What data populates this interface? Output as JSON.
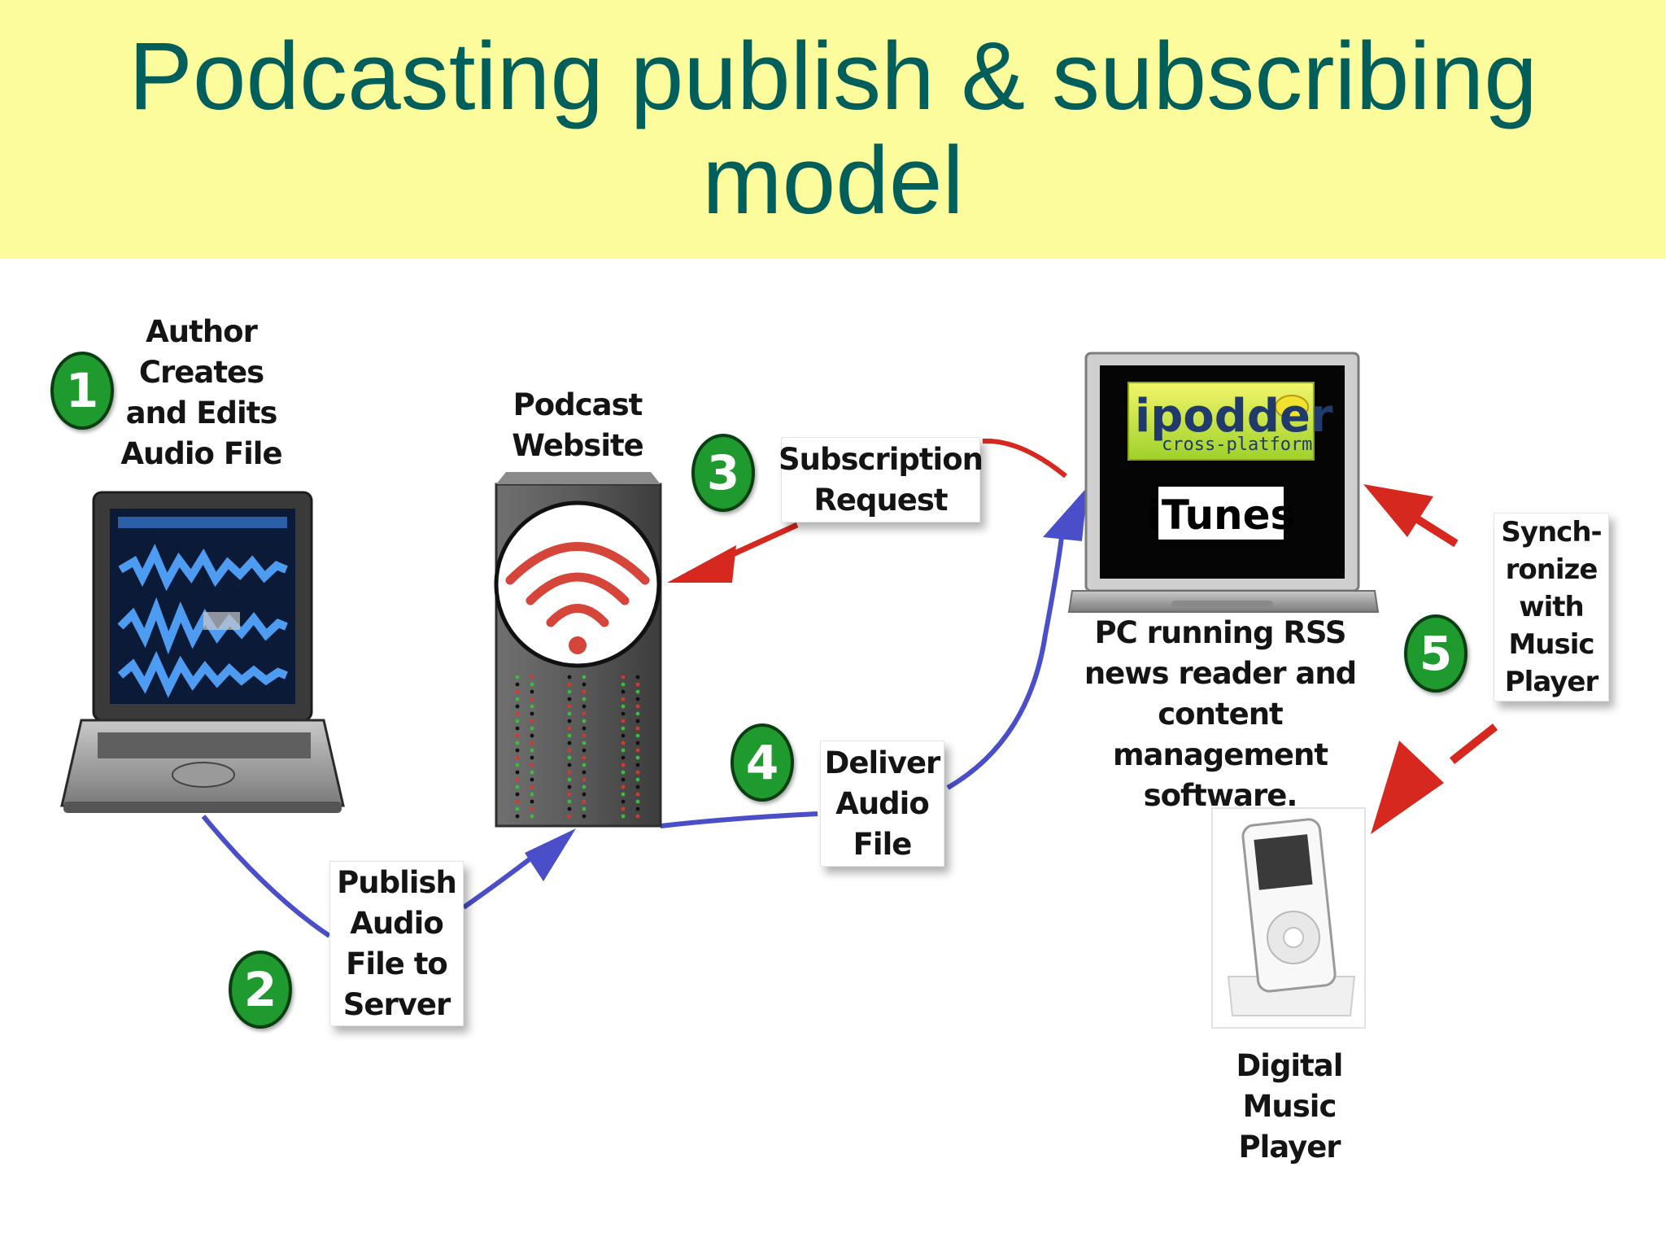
{
  "title": "Podcasting publish & subscribing model",
  "steps": [
    {
      "number": "1",
      "label": "Author\nCreates\nand Edits\nAudio File"
    },
    {
      "number": "2",
      "label": "Publish\nAudio\nFile to\nServer"
    },
    {
      "number": "3",
      "label": "Subscription\nRequest"
    },
    {
      "number": "4",
      "label": "Deliver\nAudio\nFile"
    },
    {
      "number": "5",
      "label": "Synch-\nronize\nwith\nMusic\nPlayer"
    }
  ],
  "nodes": {
    "server_label": "Podcast\nWebsite",
    "pc_label": "PC running RSS\nnews reader and\ncontent management\nsoftware.",
    "player_label": "Digital\nMusic\nPlayer"
  },
  "screen": {
    "logo_main": "ipodder",
    "logo_sub": "cross-platform",
    "app_name": "iTunes"
  },
  "colors": {
    "title_band": "#fdfc9d",
    "title_text": "#005f5b",
    "badge": "#1f9a2e",
    "arrow_blue": "#4a4ec8",
    "arrow_red": "#d7281f",
    "wifi_red": "#d6453a"
  }
}
